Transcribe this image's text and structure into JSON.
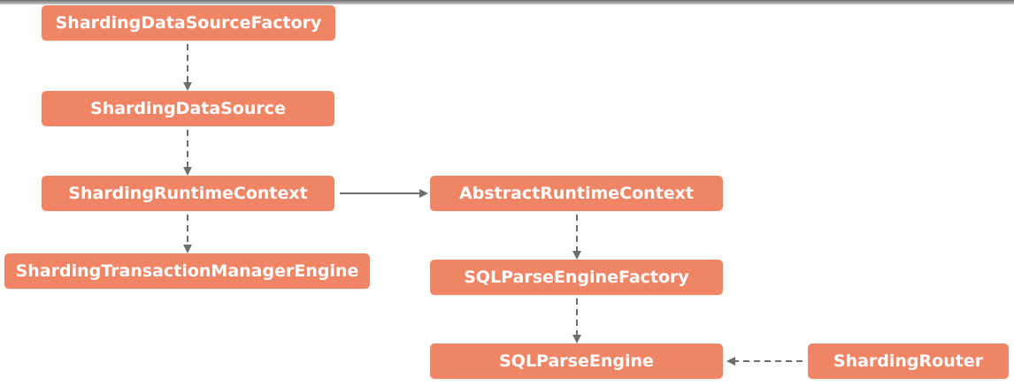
{
  "theme": {
    "node_color": "#f08566",
    "node_text_color": "#ffffff",
    "arrow_color": "#6e6e6e"
  },
  "nodes": {
    "sharding_data_source_factory": "ShardingDataSourceFactory",
    "sharding_data_source": "ShardingDataSource",
    "sharding_runtime_context": "ShardingRuntimeContext",
    "sharding_transaction_manager_engine": "ShardingTransactionManagerEngine",
    "abstract_runtime_context": "AbstractRuntimeContext",
    "sql_parse_engine_factory": "SQLParseEngineFactory",
    "sql_parse_engine": "SQLParseEngine",
    "sharding_router": "ShardingRouter"
  },
  "edges": [
    {
      "from": "sharding_data_source_factory",
      "to": "sharding_data_source",
      "style": "dashed"
    },
    {
      "from": "sharding_data_source",
      "to": "sharding_runtime_context",
      "style": "dashed"
    },
    {
      "from": "sharding_runtime_context",
      "to": "sharding_transaction_manager_engine",
      "style": "dashed"
    },
    {
      "from": "sharding_runtime_context",
      "to": "abstract_runtime_context",
      "style": "solid"
    },
    {
      "from": "abstract_runtime_context",
      "to": "sql_parse_engine_factory",
      "style": "dashed"
    },
    {
      "from": "sql_parse_engine_factory",
      "to": "sql_parse_engine",
      "style": "dashed"
    },
    {
      "from": "sharding_router",
      "to": "sql_parse_engine",
      "style": "dashed"
    }
  ]
}
